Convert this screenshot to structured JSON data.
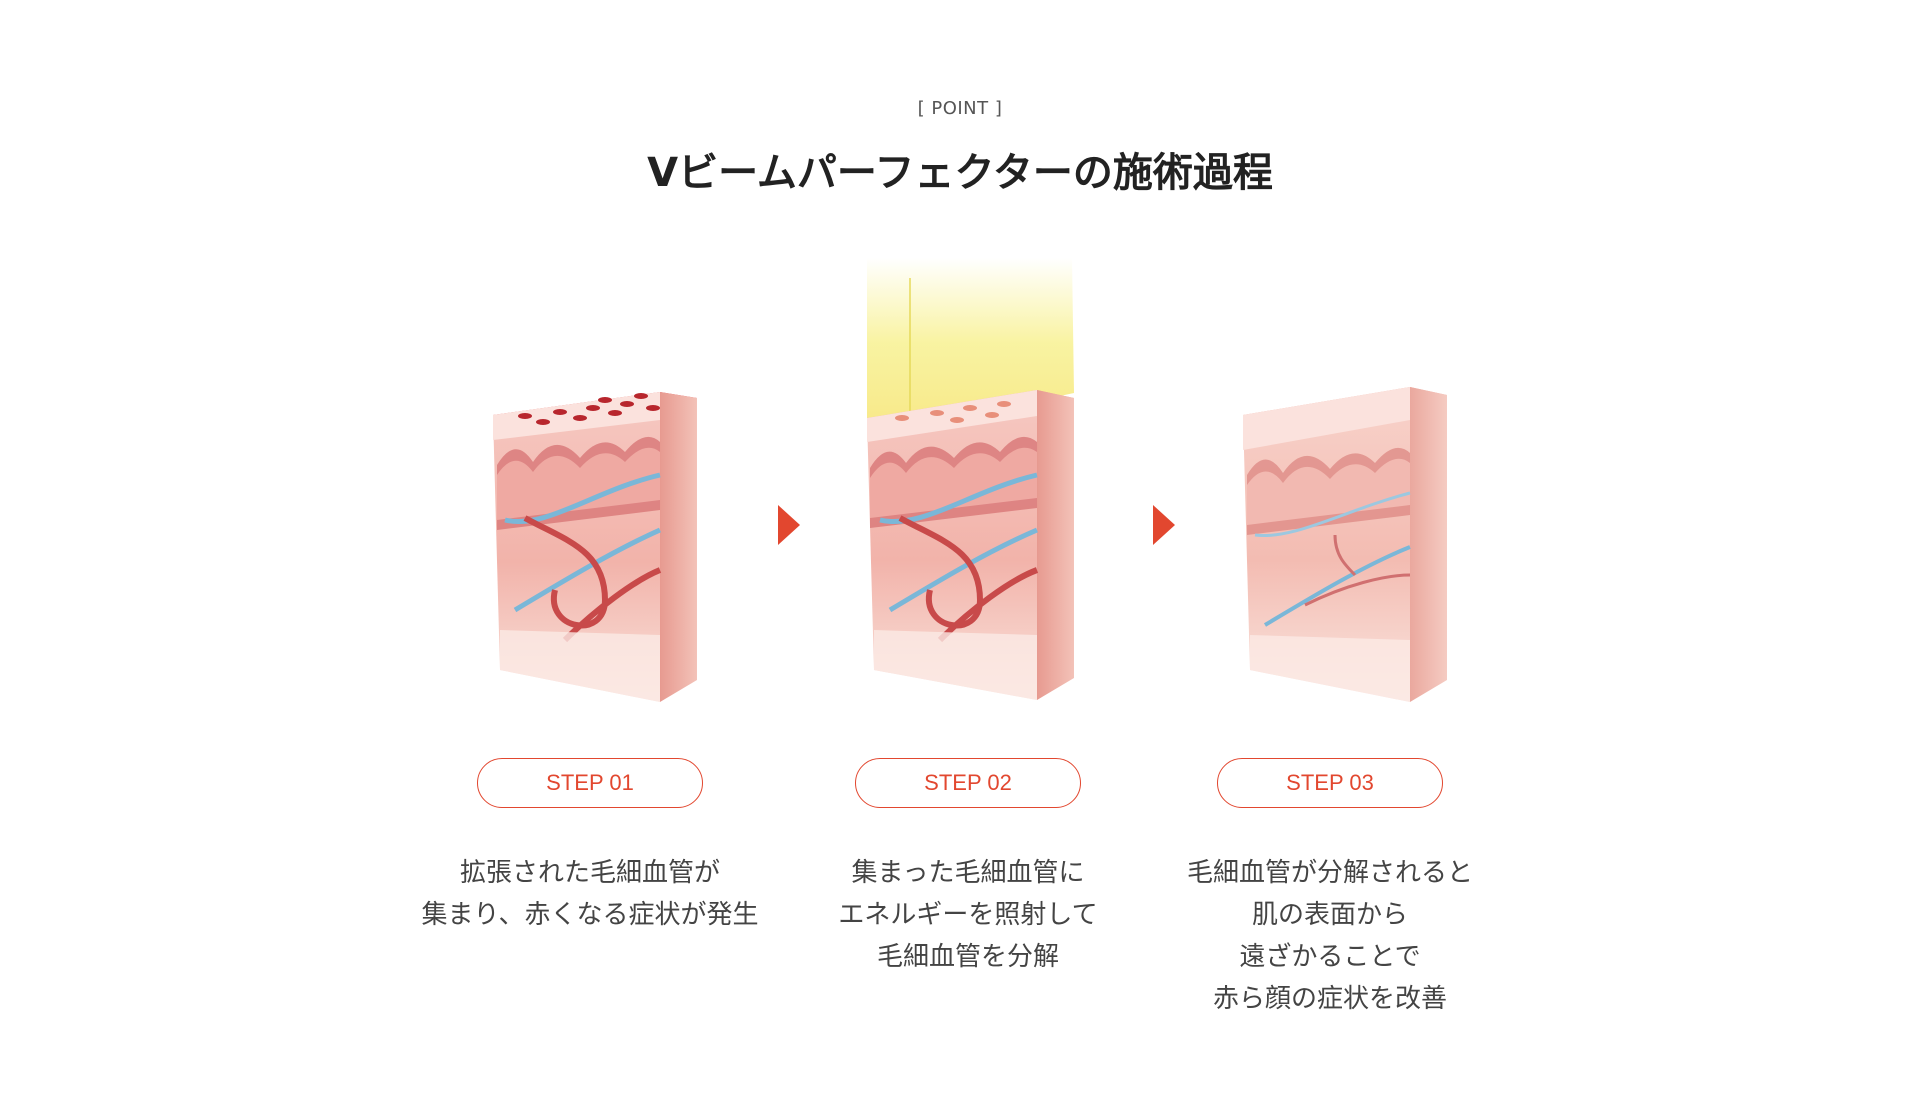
{
  "header": {
    "eyebrow": "[ POINT ]",
    "title": "Vビームパーフェクターの施術過程"
  },
  "steps": [
    {
      "label": "STEP 01",
      "lines": [
        "拡張された毛細血管が",
        "集まり、赤くなる症状が発生"
      ]
    },
    {
      "label": "STEP 02",
      "lines": [
        "集まった毛細血管に",
        "エネルギーを照射して",
        "毛細血管を分解"
      ]
    },
    {
      "label": "STEP 03",
      "lines": [
        "毛細血管が分解されると",
        "肌の表面から",
        "遠ざかることで",
        "赤ら顔の症状を改善"
      ]
    }
  ],
  "icons": [
    "skin-cross-section-illustration",
    "arrow-right-icon",
    "laser-beam-illustration"
  ],
  "colors": {
    "accent": "#e2472f",
    "skin_top_red": "#e8404a",
    "skin_top_light": "#f3b2a6",
    "vessel_red": "#c84a4a",
    "vessel_blue": "#7ab7d8",
    "laser_yellow": "#f7f08a"
  }
}
